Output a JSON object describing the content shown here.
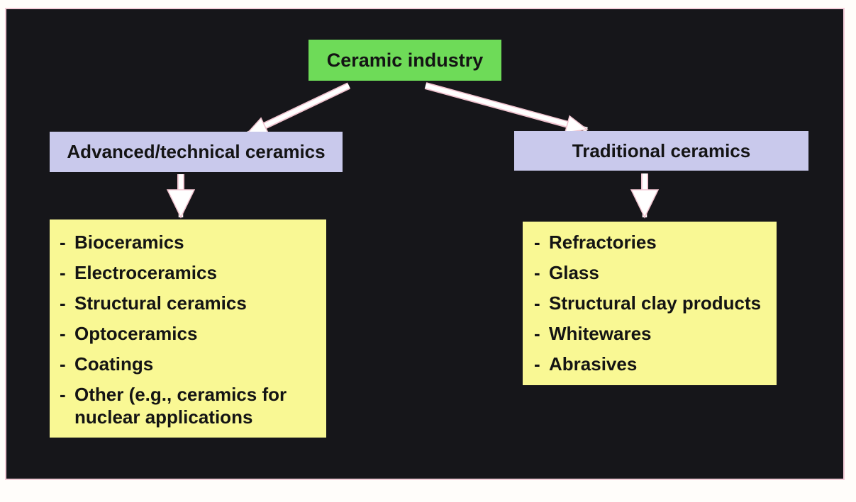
{
  "colors": {
    "page_bg": "#fffdfa",
    "canvas_bg": "#16161a",
    "frame_pink": "#f3cdd8",
    "root_bg": "#6edb58",
    "branch_bg": "#c9c9ec",
    "leaf_bg": "#f9f894",
    "text": "#141414",
    "arrow": "#ffffff",
    "arrow_edge": "#f0c3cf"
  },
  "root": {
    "label": "Ceramic industry"
  },
  "branches": {
    "advanced": {
      "label": "Advanced/technical ceramics",
      "items": [
        "Bioceramics",
        "Electroceramics",
        "Structural ceramics",
        "Optoceramics",
        "Coatings",
        "Other (e.g., ceramics for\nnuclear applications"
      ]
    },
    "traditional": {
      "label": "Traditional ceramics",
      "items": [
        "Refractories",
        "Glass",
        "Structural clay products",
        "Whitewares",
        "Abrasives"
      ]
    }
  }
}
